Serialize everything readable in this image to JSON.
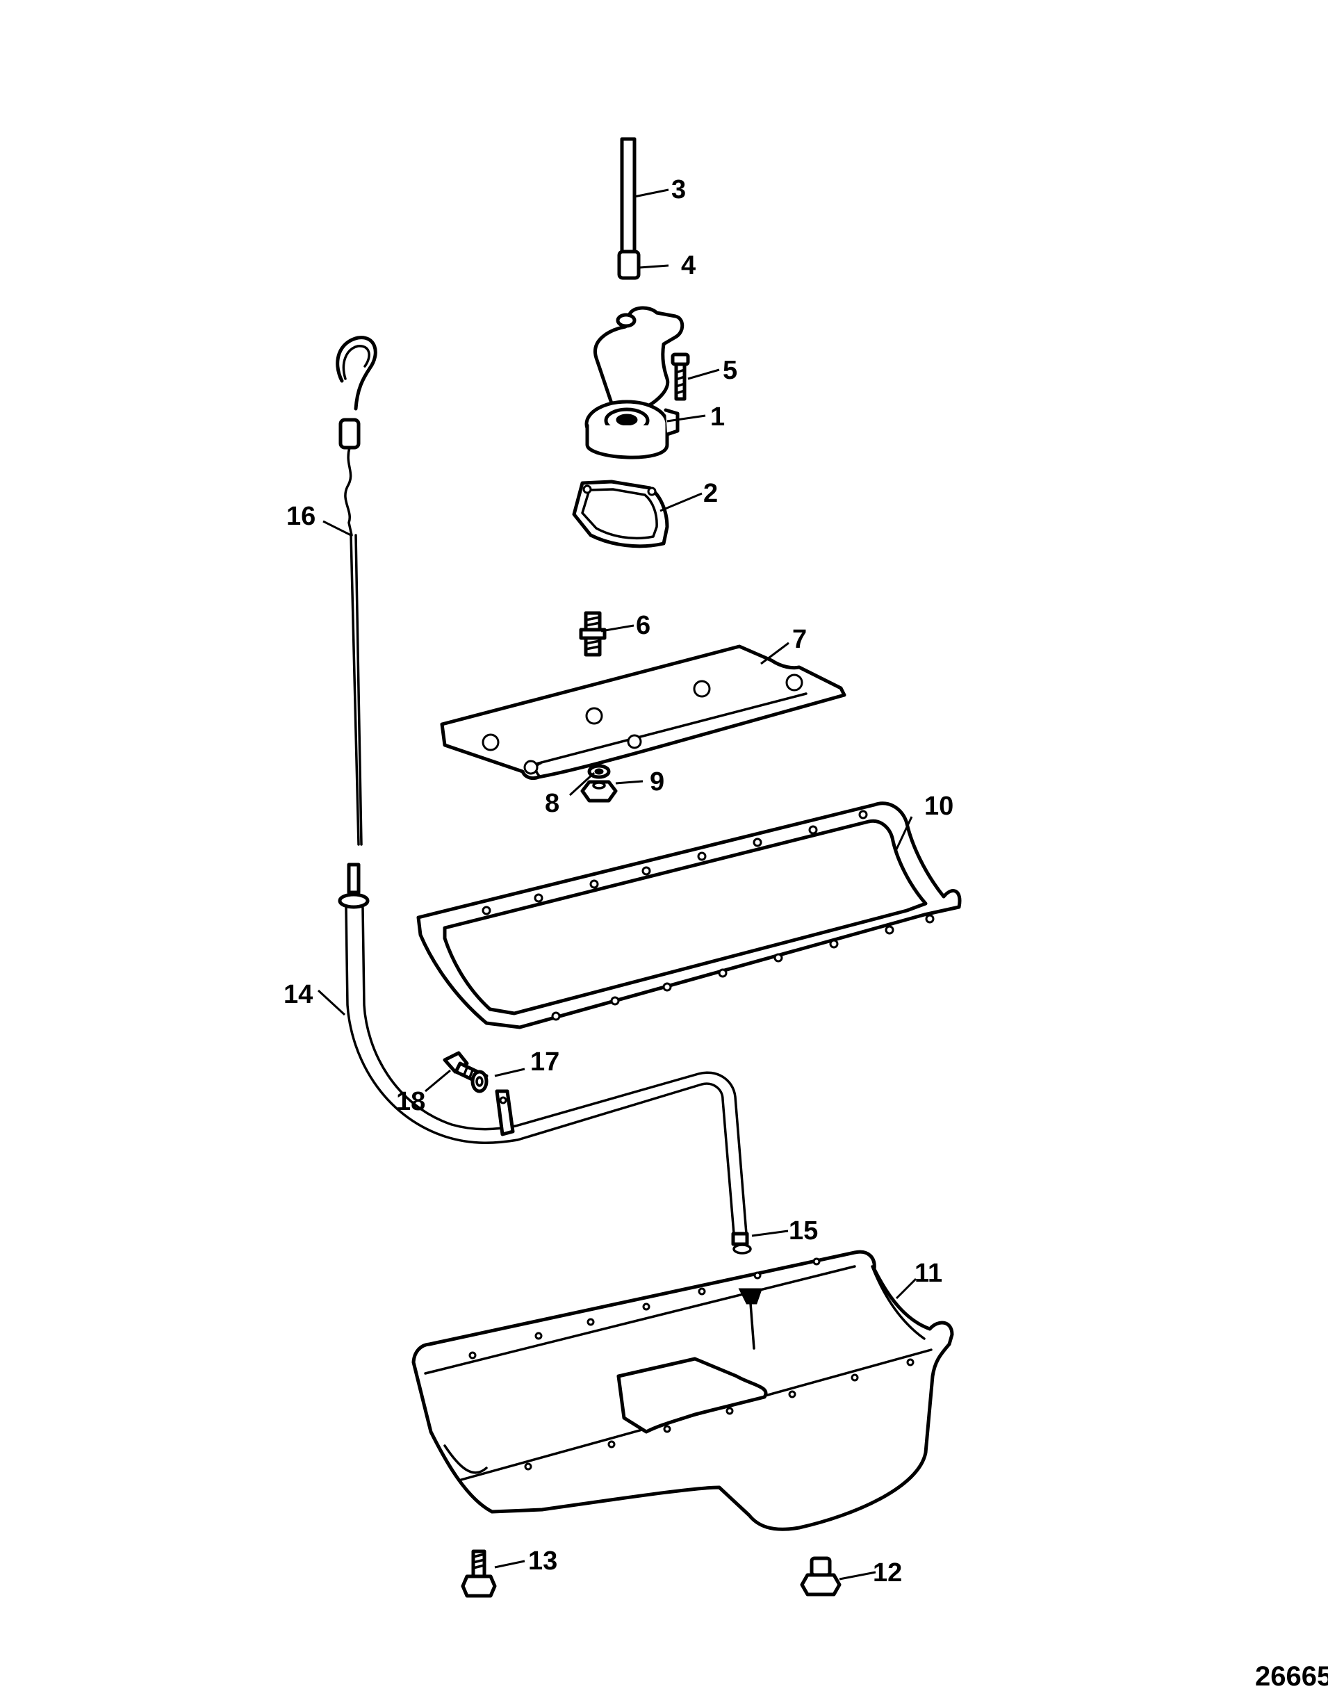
{
  "diagram": {
    "figure_number": "26665",
    "callouts": [
      {
        "id": "c1",
        "label": "1"
      },
      {
        "id": "c2",
        "label": "2"
      },
      {
        "id": "c3",
        "label": "3"
      },
      {
        "id": "c4",
        "label": "4"
      },
      {
        "id": "c5",
        "label": "5"
      },
      {
        "id": "c6",
        "label": "6"
      },
      {
        "id": "c7",
        "label": "7"
      },
      {
        "id": "c8",
        "label": "8"
      },
      {
        "id": "c9",
        "label": "9"
      },
      {
        "id": "c10",
        "label": "10"
      },
      {
        "id": "c11",
        "label": "11"
      },
      {
        "id": "c12",
        "label": "12"
      },
      {
        "id": "c13",
        "label": "13"
      },
      {
        "id": "c14",
        "label": "14"
      },
      {
        "id": "c15",
        "label": "15"
      },
      {
        "id": "c16",
        "label": "16"
      },
      {
        "id": "c17",
        "label": "17"
      },
      {
        "id": "c18",
        "label": "18"
      }
    ],
    "colors": {
      "ink": "#000000",
      "paper": "#ffffff"
    }
  }
}
